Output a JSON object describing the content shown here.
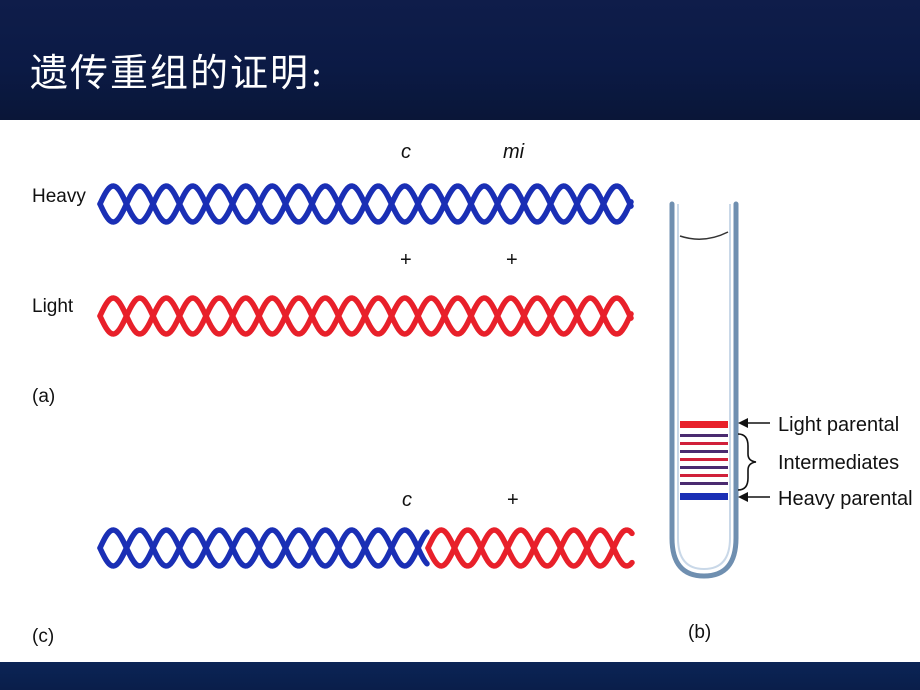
{
  "slide": {
    "title": "遗传重组的证明:"
  },
  "colors": {
    "header_bg": "#0b1a45",
    "heavy_dna": "#1a2fb5",
    "light_dna": "#e8202a",
    "text": "#111111"
  },
  "diagram": {
    "panel_a": {
      "label": "(a)",
      "heavy_label": "Heavy",
      "light_label": "Light",
      "marker_c": "c",
      "marker_mi": "mi",
      "plus_1": "+",
      "plus_2": "+"
    },
    "panel_b": {
      "label": "(b)",
      "light_band_label": "Light parental",
      "intermediate_label": "Intermediates",
      "heavy_band_label": "Heavy parental"
    },
    "panel_c": {
      "label": "(c)",
      "marker_c": "c",
      "plus": "+"
    }
  }
}
